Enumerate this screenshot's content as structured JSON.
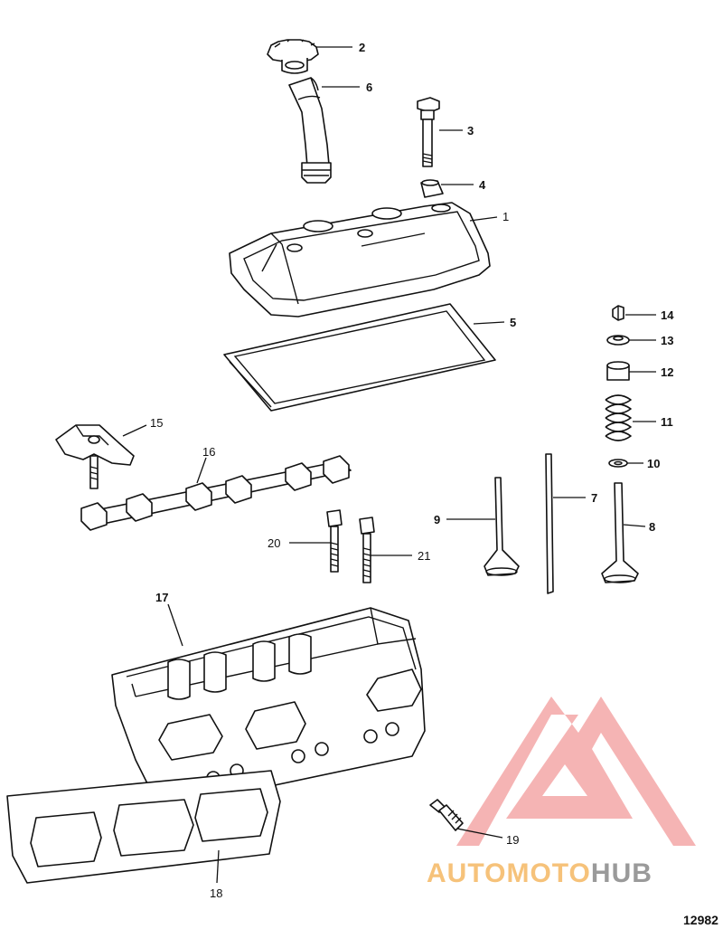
{
  "callouts": [
    {
      "id": "1",
      "text": "1"
    },
    {
      "id": "2",
      "text": "2"
    },
    {
      "id": "3",
      "text": "3"
    },
    {
      "id": "4",
      "text": "4"
    },
    {
      "id": "5",
      "text": "5"
    },
    {
      "id": "6",
      "text": "6"
    },
    {
      "id": "7",
      "text": "7"
    },
    {
      "id": "8",
      "text": "8"
    },
    {
      "id": "9",
      "text": "9"
    },
    {
      "id": "10",
      "text": "10"
    },
    {
      "id": "11",
      "text": "11"
    },
    {
      "id": "12",
      "text": "12"
    },
    {
      "id": "13",
      "text": "13"
    },
    {
      "id": "14",
      "text": "14"
    },
    {
      "id": "15",
      "text": "15"
    },
    {
      "id": "16",
      "text": "16"
    },
    {
      "id": "17",
      "text": "17"
    },
    {
      "id": "18",
      "text": "18"
    },
    {
      "id": "19",
      "text": "19"
    },
    {
      "id": "20",
      "text": "20"
    },
    {
      "id": "21",
      "text": "21"
    }
  ],
  "watermark": {
    "part1": "AUTOMOTO",
    "part2": "HUB",
    "color_main": "#f08a8a",
    "color_accent": "#f6c27a",
    "color_hub": "#9a9a9a"
  },
  "document_number": "12982"
}
